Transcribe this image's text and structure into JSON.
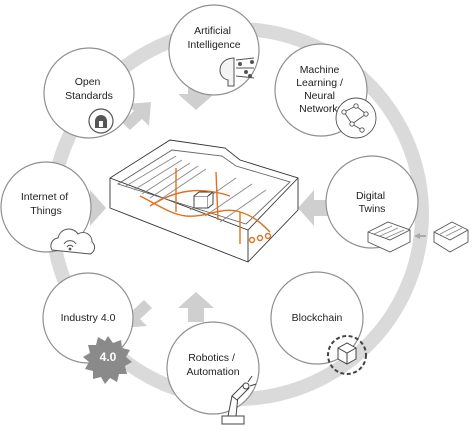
{
  "diagram": {
    "nodes": [
      {
        "id": "ai",
        "lines": [
          "Artificial",
          "Intelligence"
        ],
        "icon": "brain-network-icon"
      },
      {
        "id": "ml",
        "lines": [
          "Machine",
          "Learning /",
          "Neural",
          "Networks"
        ],
        "icon": "neural-network-icon"
      },
      {
        "id": "twins",
        "lines": [
          "Digital",
          "Twins"
        ],
        "icon": "twin-buildings-icon"
      },
      {
        "id": "blockchain",
        "lines": [
          "Blockchain"
        ],
        "icon": "cube-chain-icon"
      },
      {
        "id": "robotics",
        "lines": [
          "Robotics /",
          "Automation"
        ],
        "icon": "robot-arm-icon"
      },
      {
        "id": "industry",
        "lines": [
          "Industry 4.0"
        ],
        "icon": "gear-badge-icon",
        "badge": "4.0"
      },
      {
        "id": "iot",
        "lines": [
          "Internet of",
          "Things"
        ],
        "icon": "cloud-wifi-icon"
      },
      {
        "id": "open",
        "lines": [
          "Open",
          "Standards"
        ],
        "icon": "open-lock-icon"
      }
    ],
    "center": {
      "icon": "building-isometric-icon"
    },
    "colors": {
      "ring": "#d9d9d9",
      "arrow": "#c8c8c8",
      "circle_stroke": "#8f8f8f",
      "accent": "#e07020",
      "icon": "#555555"
    }
  }
}
